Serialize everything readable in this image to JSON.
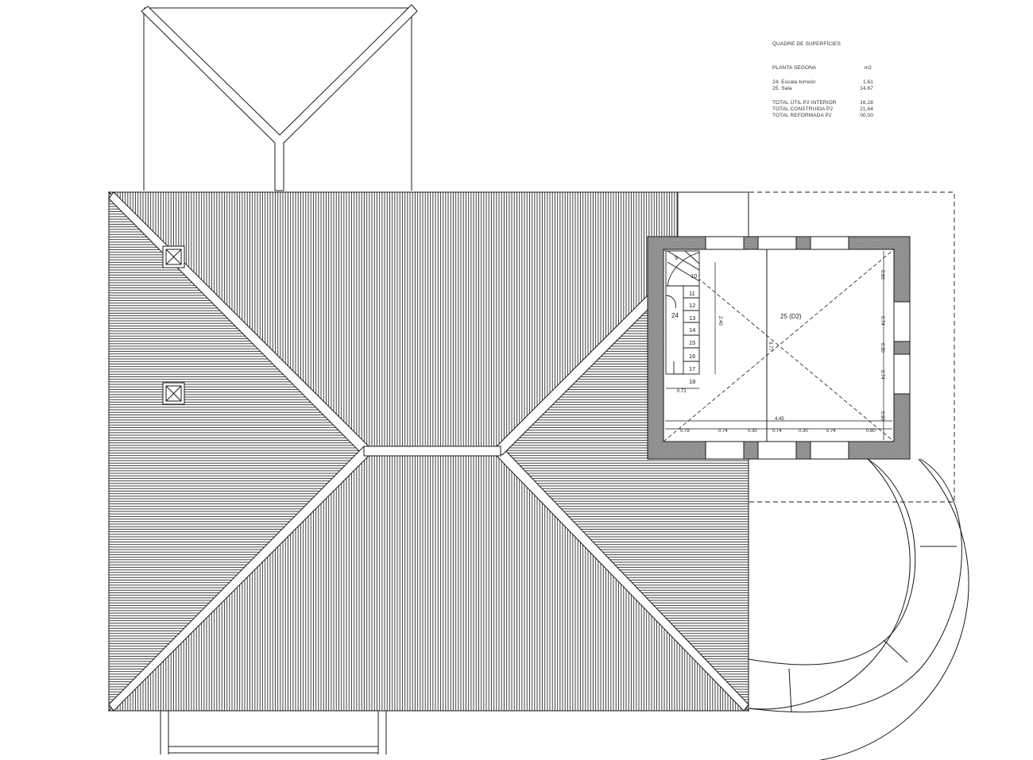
{
  "legend": {
    "title": "QUADRE DE SUPERFÍCIES",
    "floor_label": "PLANTA SEGONA",
    "unit": "m2",
    "rooms": [
      {
        "name": "24. Escala torreón",
        "area": "1,61"
      },
      {
        "name": "25. Sala",
        "area": "14,67"
      }
    ],
    "totals": [
      {
        "name": "TOTAL ÚTIL P2 INTERIOR",
        "value": "16,28"
      },
      {
        "name": "TOTAL CONSTRUIDA P2",
        "value": "21,64"
      },
      {
        "name": "TOTAL REFORMADA P2",
        "value": "00,00"
      }
    ]
  },
  "plan": {
    "room_24_label": "24",
    "room_25_label": "25 (D2)",
    "stair_steps": [
      "9",
      "10",
      "11",
      "12",
      "13",
      "14",
      "15",
      "16",
      "17",
      "18"
    ],
    "dims": {
      "stair_width": "0.72",
      "stair_length": "2.40",
      "room_depth": "3.77",
      "room_width": "4.45",
      "bottom_segments": [
        "0.78",
        "0.74",
        "0.30",
        "0.74",
        "0.30",
        "0.74",
        "0.80"
      ],
      "right_segments": [
        "0.80",
        "0.74",
        "0.30",
        "0.74",
        "0.90"
      ]
    }
  },
  "colors": {
    "line": "#1a1a1a",
    "wall_fill": "#9a9a9a"
  }
}
